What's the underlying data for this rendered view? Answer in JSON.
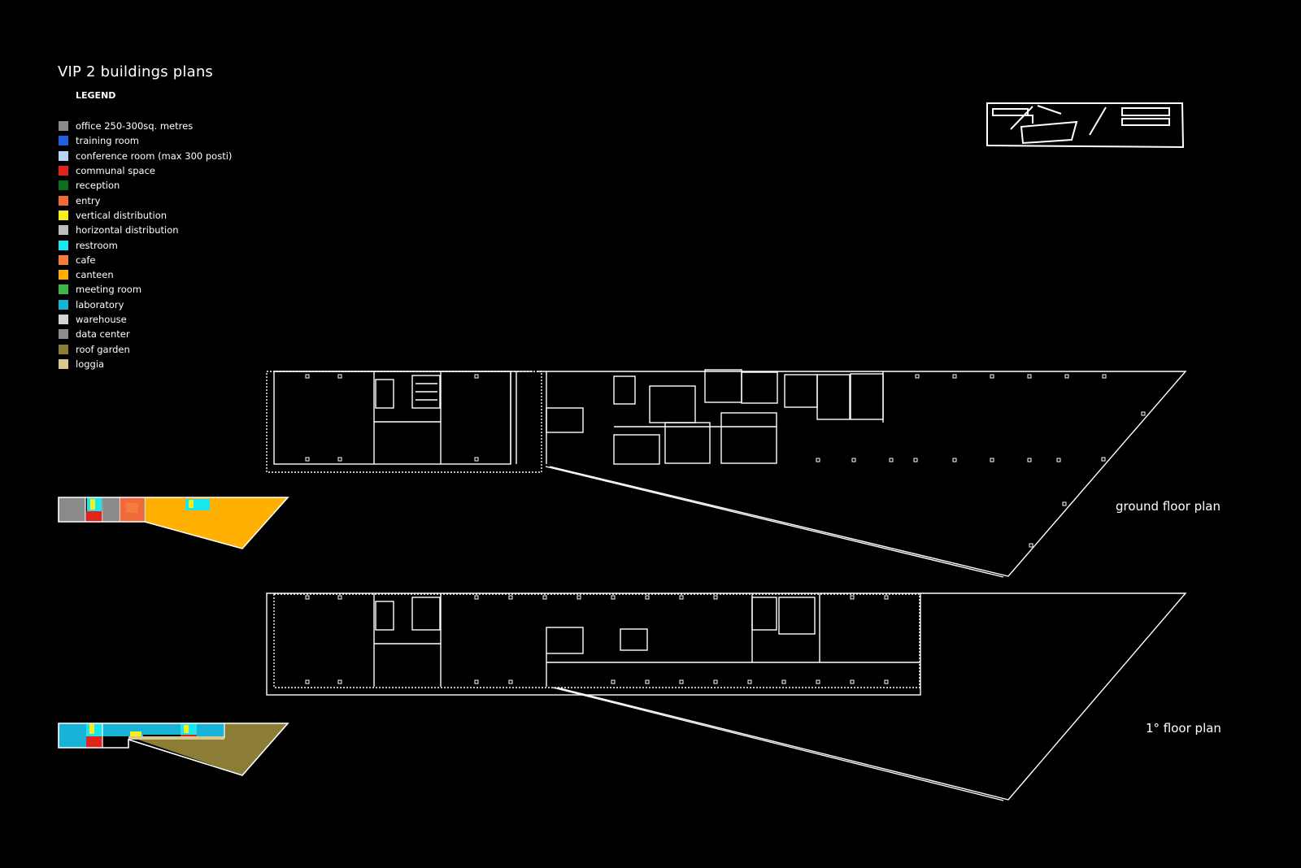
{
  "title": "VIP 2 buildings plans",
  "legend_heading": "LEGEND",
  "legend": [
    {
      "label": "office 250-300sq. metres",
      "color": "#8a8a8a"
    },
    {
      "label": "training room",
      "color": "#1f5fe0"
    },
    {
      "label": "conference room (max 300 posti)",
      "color": "#b8d4f0"
    },
    {
      "label": "communal space",
      "color": "#e0231b"
    },
    {
      "label": "reception",
      "color": "#0f6e1e"
    },
    {
      "label": "entry",
      "color": "#f06a3c"
    },
    {
      "label": "vertical distribution",
      "color": "#f5ee20"
    },
    {
      "label": "horizontal distribution",
      "color": "#bdbdbd"
    },
    {
      "label": "restroom",
      "color": "#19e6ef"
    },
    {
      "label": "cafe",
      "color": "#f47f3d"
    },
    {
      "label": "canteen",
      "color": "#ffb000"
    },
    {
      "label": "meeting room",
      "color": "#3cb84a"
    },
    {
      "label": "laboratory",
      "color": "#18b4d8"
    },
    {
      "label": "warehouse",
      "color": "#d4d4d4"
    },
    {
      "label": "data center",
      "color": "#8c8c8c"
    },
    {
      "label": "roof garden",
      "color": "#8b7d35"
    },
    {
      "label": "loggia",
      "color": "#d8c890"
    }
  ],
  "plans": {
    "ground_label": "ground floor plan",
    "first_label": "1° floor plan"
  }
}
